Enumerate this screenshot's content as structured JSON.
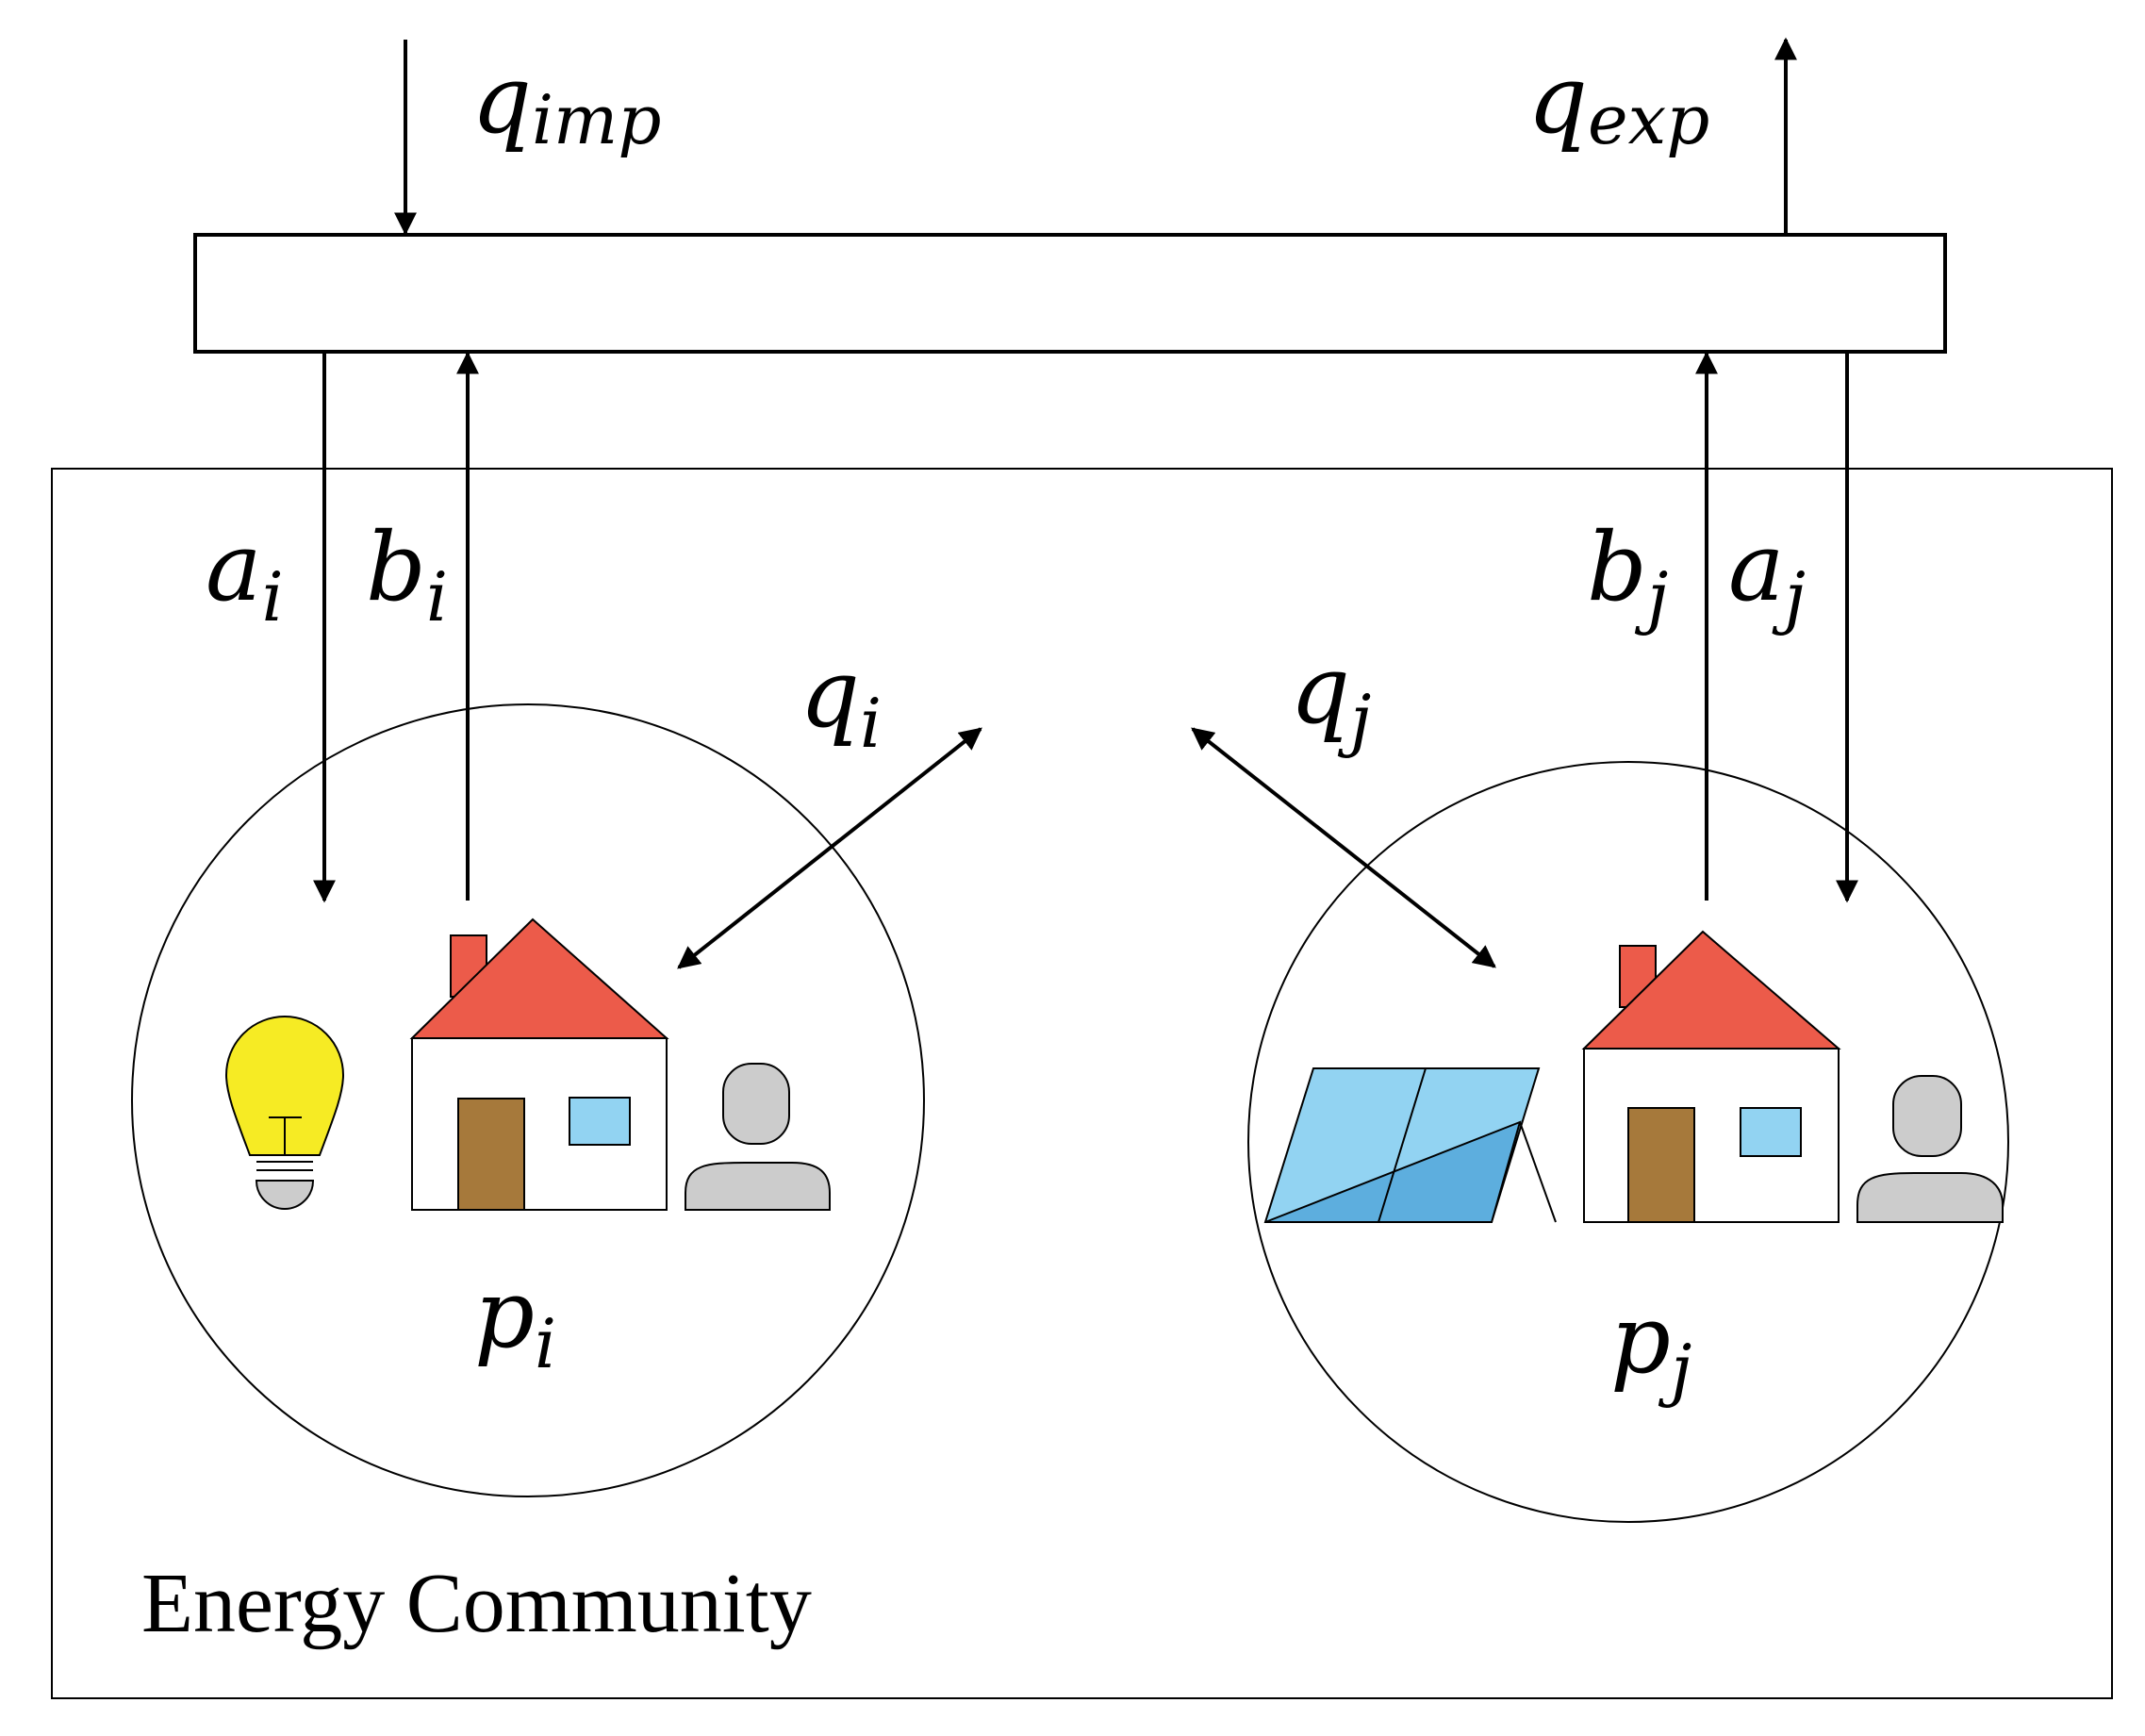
{
  "labels": {
    "q_imp": {
      "base": "q",
      "sub": "imp"
    },
    "q_exp": {
      "base": "q",
      "sub": "exp"
    },
    "a_i": {
      "base": "a",
      "sub": "i"
    },
    "b_i": {
      "base": "b",
      "sub": "i"
    },
    "b_j": {
      "base": "b",
      "sub": "j"
    },
    "a_j": {
      "base": "a",
      "sub": "j"
    },
    "q_i": {
      "base": "q",
      "sub": "i"
    },
    "q_j": {
      "base": "q",
      "sub": "j"
    },
    "p_i": {
      "base": "p",
      "sub": "i"
    },
    "p_j": {
      "base": "p",
      "sub": "j"
    }
  },
  "community_label": "Energy Community",
  "icons": {
    "left": [
      "lightbulb-icon",
      "house-icon",
      "person-icon"
    ],
    "right": [
      "solar-panel-icon",
      "house-icon",
      "person-icon"
    ]
  },
  "colors": {
    "roof": "#EC5B4A",
    "chimney": "#EC5B4A",
    "door": "#A6793B",
    "window": "#92D3F2",
    "bulb": "#F6EB24",
    "bulb_base": "#CCCCCC",
    "person": "#CCCCCC",
    "panel_light": "#92D3F2",
    "panel_dark": "#5DAEDE",
    "line": "#000000"
  }
}
